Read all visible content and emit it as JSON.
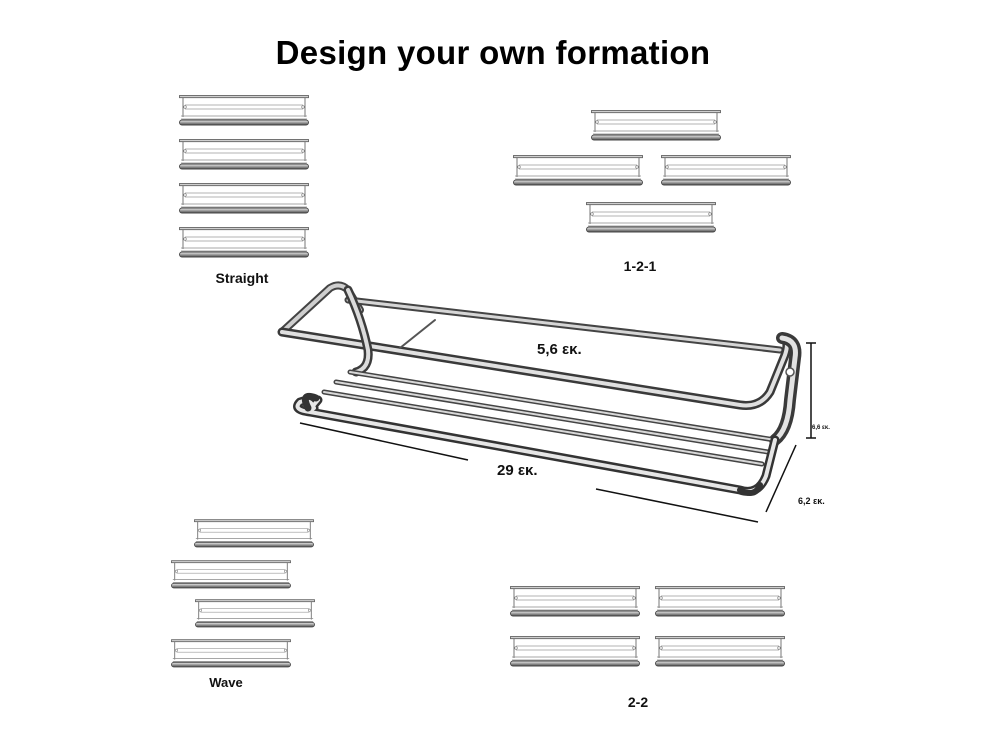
{
  "title": "Design your own formation",
  "formations": {
    "straight": "Straight",
    "one_two_one": "1-2-1",
    "wave": "Wave",
    "two_two": "2-2"
  },
  "dimensions": {
    "depth": "5,6 εκ.",
    "width": "29 εκ.",
    "height_top": "6,6 εκ.",
    "height_bottom": "6,2 εκ."
  },
  "colors": {
    "chrome_dark": "#555555",
    "chrome_light": "#d9d9d9",
    "text": "#111111"
  }
}
